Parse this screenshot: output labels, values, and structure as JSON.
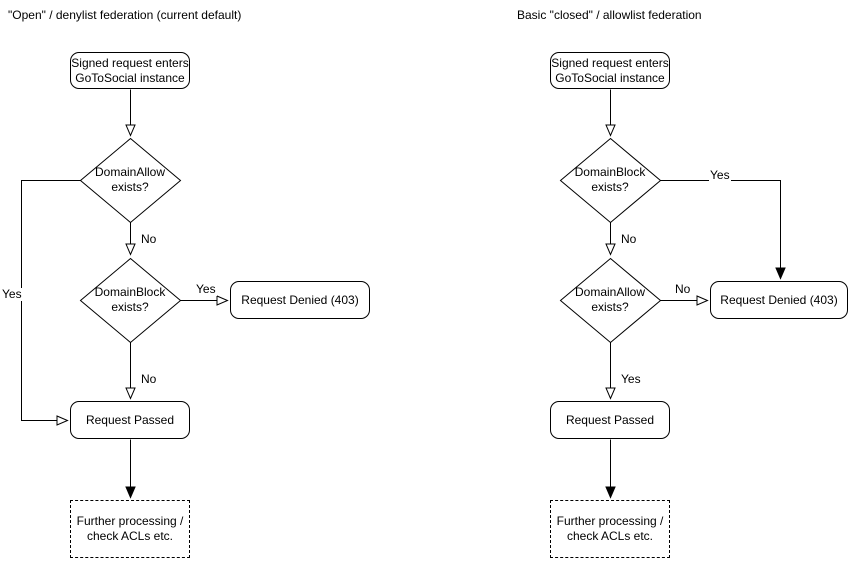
{
  "colors": {
    "background": "#ffffff",
    "stroke": "#000000",
    "node_fill": "#ffffff",
    "text": "#000000"
  },
  "left_chart": {
    "title": "\"Open\" / denylist federation (current default)",
    "nodes": {
      "start": "Signed request enters\nGoToSocial instance",
      "decision_top": "DomainAllow\nexists?",
      "decision_bottom": "DomainBlock\nexists?",
      "denied": "Request Denied (403)",
      "passed": "Request Passed",
      "further": "Further processing /\ncheck ACLs etc."
    },
    "edge_labels": {
      "top_decision_down": "No",
      "top_decision_side": "Yes",
      "bottom_decision_side": "Yes",
      "bottom_decision_down": "No"
    }
  },
  "right_chart": {
    "title": "Basic \"closed\" / allowlist federation",
    "nodes": {
      "start": "Signed request enters\nGoToSocial instance",
      "decision_top": "DomainBlock\nexists?",
      "decision_bottom": "DomainAllow\nexists?",
      "denied": "Request Denied (403)",
      "passed": "Request Passed",
      "further": "Further processing /\ncheck ACLs etc."
    },
    "edge_labels": {
      "top_decision_side": "Yes",
      "top_decision_down": "No",
      "bottom_decision_side": "No",
      "bottom_decision_down": "Yes"
    }
  }
}
